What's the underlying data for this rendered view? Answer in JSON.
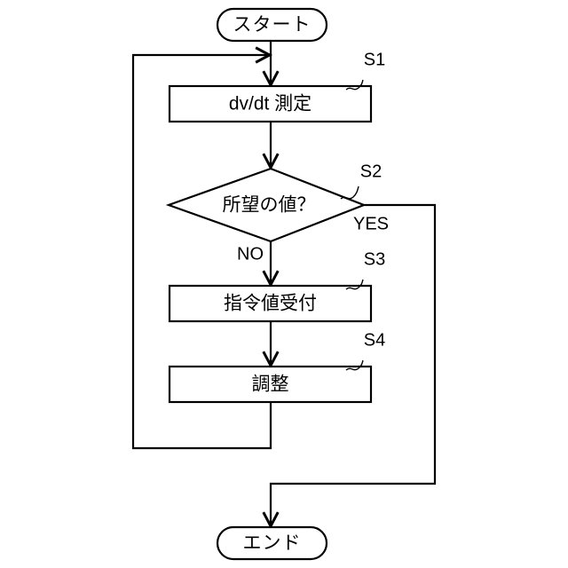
{
  "diagram": {
    "type": "flowchart",
    "orientation": "top-to-bottom",
    "language": "ja",
    "background_color": "#ffffff",
    "line_color": "#000000",
    "nodes": [
      {
        "id": "start",
        "shape": "terminator",
        "label": "スタート",
        "step_label": ""
      },
      {
        "id": "s1",
        "shape": "process",
        "label": "dv/dt 測定",
        "step_label": "S1"
      },
      {
        "id": "s2",
        "shape": "decision",
        "label": "所望の値？",
        "step_label": "S2"
      },
      {
        "id": "s3",
        "shape": "process",
        "label": "指令値受付",
        "step_label": "S3"
      },
      {
        "id": "s4",
        "shape": "process",
        "label": "調整",
        "step_label": "S4"
      },
      {
        "id": "end",
        "shape": "terminator",
        "label": "エンド",
        "step_label": ""
      }
    ],
    "branch_labels": {
      "no": "NO",
      "yes": "YES"
    },
    "edges": [
      {
        "from": "start",
        "to": "s1",
        "label": ""
      },
      {
        "from": "s1",
        "to": "s2",
        "label": ""
      },
      {
        "from": "s2",
        "to": "s3",
        "label": "NO"
      },
      {
        "from": "s2",
        "to": "end",
        "label": "YES"
      },
      {
        "from": "s3",
        "to": "s4",
        "label": ""
      },
      {
        "from": "s4",
        "to": "s1",
        "label": ""
      }
    ]
  }
}
